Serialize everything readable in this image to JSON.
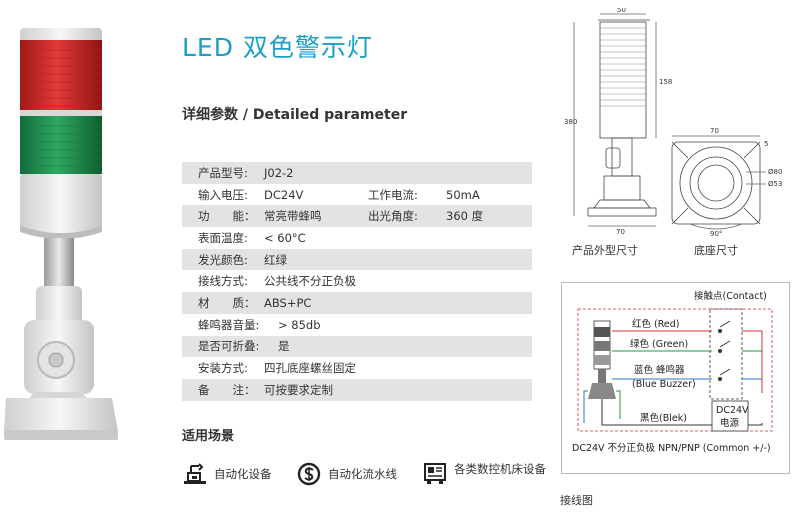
{
  "title": "LED 双色警示灯",
  "section_params": "详细参数 / Detailed parameter",
  "specs": [
    {
      "label": "产品型号:",
      "value": "J02-2"
    },
    {
      "label": "输入电压:",
      "value": "DC24V",
      "label2": "工作电流:",
      "value2": "50mA"
    },
    {
      "label": "功　　能：",
      "value": "常亮带蜂鸣",
      "label2": "出光角度:",
      "value2": "360 度"
    },
    {
      "label": "表面温度:",
      "value": "< 60°C"
    },
    {
      "label": "发光颜色:",
      "value": "红绿"
    },
    {
      "label": "接线方式:",
      "value": "公共线不分正负极"
    },
    {
      "label": "材　　质：",
      "value": "ABS+PC"
    },
    {
      "label": "蜂鸣器音量:",
      "value": "> 85db"
    },
    {
      "label": "是否可折叠:",
      "value": "是"
    },
    {
      "label": "安装方式:",
      "value": "四孔底座螺丝固定"
    },
    {
      "label": "备　　注：",
      "value": "可按要求定制"
    }
  ],
  "section_scenes": "适用场景",
  "scenes": [
    {
      "label": "自动化设备",
      "icon": "robot-arm-icon"
    },
    {
      "label": "自动化流水线",
      "icon": "dollar-circle-icon"
    },
    {
      "label": "各类数控机床设备",
      "icon": "cnc-machine-icon"
    }
  ],
  "drawing": {
    "dim_top_width": "50",
    "dim_light_height": "158",
    "dim_total_height": "380",
    "dim_base_width": "70",
    "dim_base_top": "70",
    "dim_base_side": "5",
    "dim_outer_dia": "Ø80",
    "dim_inner_dia": "Ø53",
    "dim_angle": "90°",
    "caption_product": "产品外型尺寸",
    "caption_base": "底座尺寸"
  },
  "wiring": {
    "contact": "接触点(Contact)",
    "red": "红色 (Red)",
    "green": "绿色 (Green)",
    "blue_buzzer_cn": "蓝色 蜂鸣器",
    "blue_buzzer_en": "(Blue Buzzer)",
    "black": "黑色(Blek)",
    "power_line1": "DC24V",
    "power_line2": "电源",
    "bottom": "DC24V 不分正负极 NPN/PNP (Common +/-)",
    "caption": "接线图"
  },
  "colors": {
    "title": "#1d9ec9",
    "row_shade": "#e3e3e3",
    "wire_red": "#d43030",
    "wire_green": "#1e9a45",
    "wire_blue": "#2a79c6",
    "wire_black": "#333333"
  }
}
